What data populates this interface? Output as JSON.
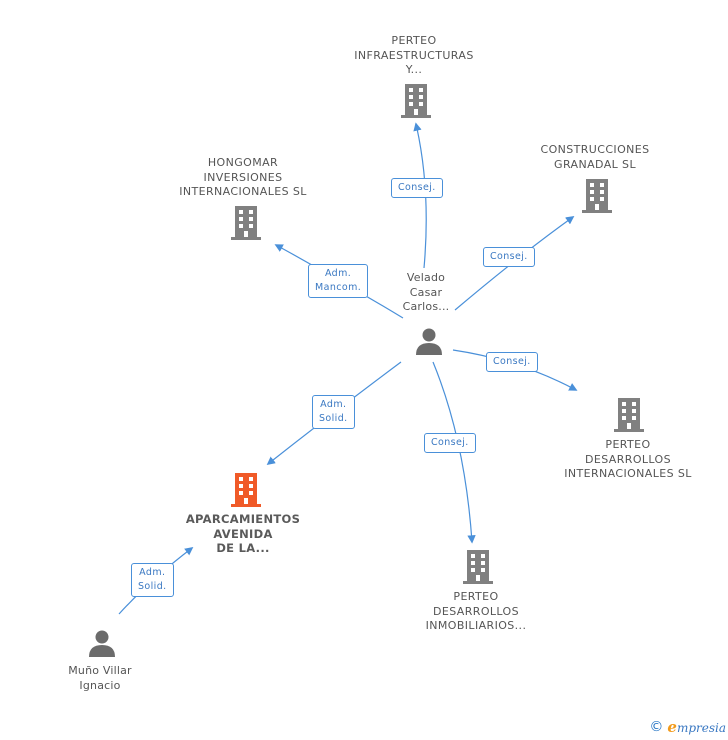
{
  "nodes": {
    "center": {
      "label": "Velado\nCasar\nCarlos..."
    },
    "perteo_infra": {
      "label": "PERTEO\nINFRAESTRUCTURAS\nY..."
    },
    "construcciones": {
      "label": "CONSTRUCCIONES\nGRANADAL SL"
    },
    "hongomar": {
      "label": "HONGOMAR\nINVERSIONES\nINTERNACIONALES SL"
    },
    "perteo_intl": {
      "label": "PERTEO\nDESARROLLOS\nINTERNACIONALES SL"
    },
    "perteo_inmob": {
      "label": "PERTEO\nDESARROLLOS\nINMOBILIARIOS..."
    },
    "aparcamientos": {
      "label": "APARCAMIENTOS\nAVENIDA\nDE LA..."
    },
    "muno": {
      "label": "Muño Villar\nIgnacio"
    }
  },
  "edges": {
    "e1": {
      "label": "Consej."
    },
    "e2": {
      "label": "Consej."
    },
    "e3": {
      "label": "Adm.\nMancom."
    },
    "e4": {
      "label": "Consej."
    },
    "e5": {
      "label": "Consej."
    },
    "e6": {
      "label": "Adm.\nSolid."
    },
    "e7": {
      "label": "Adm.\nSolid."
    }
  },
  "colors": {
    "edge": "#4a90d9",
    "company": "#808080",
    "company_highlight": "#f05a28",
    "person": "#6b6b6b"
  },
  "footer": {
    "copyright": "©",
    "brand_initial": "e",
    "brand_rest": "mpresia"
  }
}
